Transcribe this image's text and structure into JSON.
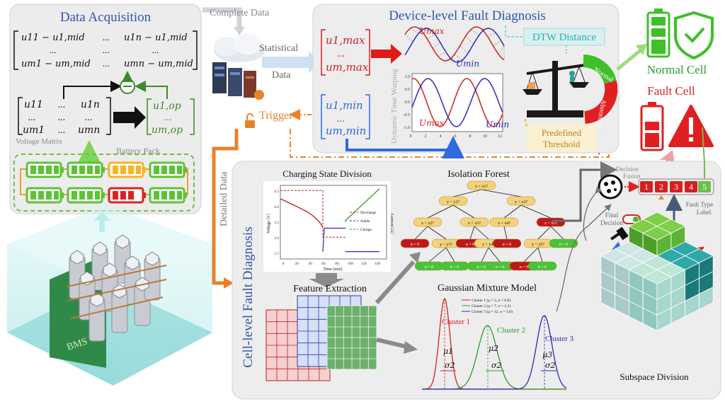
{
  "panels": {
    "acquisition": {
      "title": "Data Acquisition"
    },
    "device": {
      "title": "Device-level Fault Diagnosis"
    },
    "cell": {
      "title": "Cell-level Fault Diagnosis"
    }
  },
  "flow": {
    "complete_data": "Complete Data",
    "statistical": "Statistical",
    "data": "Data",
    "trigger": "Trigger",
    "detailed_data": "Detailed Data"
  },
  "acquisition": {
    "matrix_top": {
      "row1": [
        "u11 − u1,mid",
        "...",
        "u1n − u1,mid"
      ],
      "row2": [
        "...",
        "...",
        "..."
      ],
      "row3": [
        "um1 − um,mid",
        "...",
        "umn − um,mid"
      ]
    },
    "voltage_matrix": {
      "row1": [
        "u11",
        "...",
        "u1n"
      ],
      "row2": [
        "...",
        "...",
        "..."
      ],
      "row3": [
        "um1",
        "...",
        "umn"
      ],
      "label": "Voltage Matrix"
    },
    "op_vector": [
      "u1,op",
      "...",
      "um,op"
    ],
    "battery_pack": "Battery Pack",
    "bms": "BMS"
  },
  "device": {
    "umax_vector": [
      "u1,max",
      "...",
      "um,max"
    ],
    "umin_vector": [
      "u1,min",
      "...",
      "um,min"
    ],
    "dtw_distance": "DTW Distance",
    "dynamic_time_warping": "Dynamic Time Warping",
    "plot_labels": {
      "umax": "Umax",
      "umin": "Umin"
    },
    "plot_xticks": [
      "0",
      "2",
      "4",
      "6",
      "8",
      "10",
      "12"
    ],
    "plot_yticks": [
      "1.0",
      "0.5",
      "0.0",
      "-0.5",
      "-1.0"
    ],
    "normal": "Normal",
    "abnormal": "Abnormal",
    "predefined_threshold": [
      "Predefined",
      "Threshold"
    ]
  },
  "results": {
    "normal_cell": "Normal Cell",
    "fault_cell": "Fault Cell",
    "fault_types": [
      "1",
      "2",
      "3",
      "4",
      "5"
    ],
    "fault_type_label": [
      "Fault Type",
      "Label"
    ],
    "decision": [
      "Decision",
      "Fusion"
    ],
    "final_decision": [
      "Final",
      "Decision"
    ]
  },
  "cell": {
    "charging_title": "Charging State Division",
    "charging_axes": {
      "x": "Time [min]",
      "y_left": "Voltage [V]",
      "y_right": "Current [A]"
    },
    "charging_xticks": [
      "0",
      "20",
      "40",
      "60",
      "80",
      "100",
      "120",
      "140"
    ],
    "charging_yticks": [
      "4.5",
      "4.0",
      "3.5",
      "3.0",
      "2.5"
    ],
    "charging_legend": [
      "Discharge",
      "Stable",
      "Charge"
    ],
    "isolation_title": "Isolation Forest",
    "tree_nodes": {
      "l0": "x < x1?",
      "l1": [
        "y < y1?",
        "y < y2?"
      ],
      "l2": [
        "x < x2?",
        "x < x3?",
        "x < x4?",
        "x < x5?"
      ],
      "l3": [
        "y < y3?",
        "y < y4?",
        "y < y5?"
      ],
      "leaf": "n = 0"
    },
    "feature_extraction": "Feature Extraction",
    "gmm_title": "Gaussian Mixture Model",
    "gmm_legend": [
      "Cluster 1 (μ = 3, σ = 0.8)",
      "Cluster 2 (μ = 7, σ = 1.2)",
      "Cluster 3 (μ = 12, σ = 1.0)"
    ],
    "clusters": [
      {
        "label": "Cluster 1",
        "mu": "μ1",
        "sigma": "σ2",
        "color": "#d42020"
      },
      {
        "label": "Cluster 2",
        "mu": "μ2",
        "sigma": "σ2",
        "color": "#2e9a2e"
      },
      {
        "label": "Cluster 3",
        "mu": "μ3",
        "sigma": "σ2",
        "color": "#2a2ab8"
      }
    ],
    "subspace_division": "Subspace Division"
  },
  "colors": {
    "panel_bg": "#ededed",
    "blue_title": "#2f55b0",
    "orange": "#e8822a",
    "green": "#3fbf2a",
    "red": "#e02020",
    "darkred": "#a01818"
  }
}
